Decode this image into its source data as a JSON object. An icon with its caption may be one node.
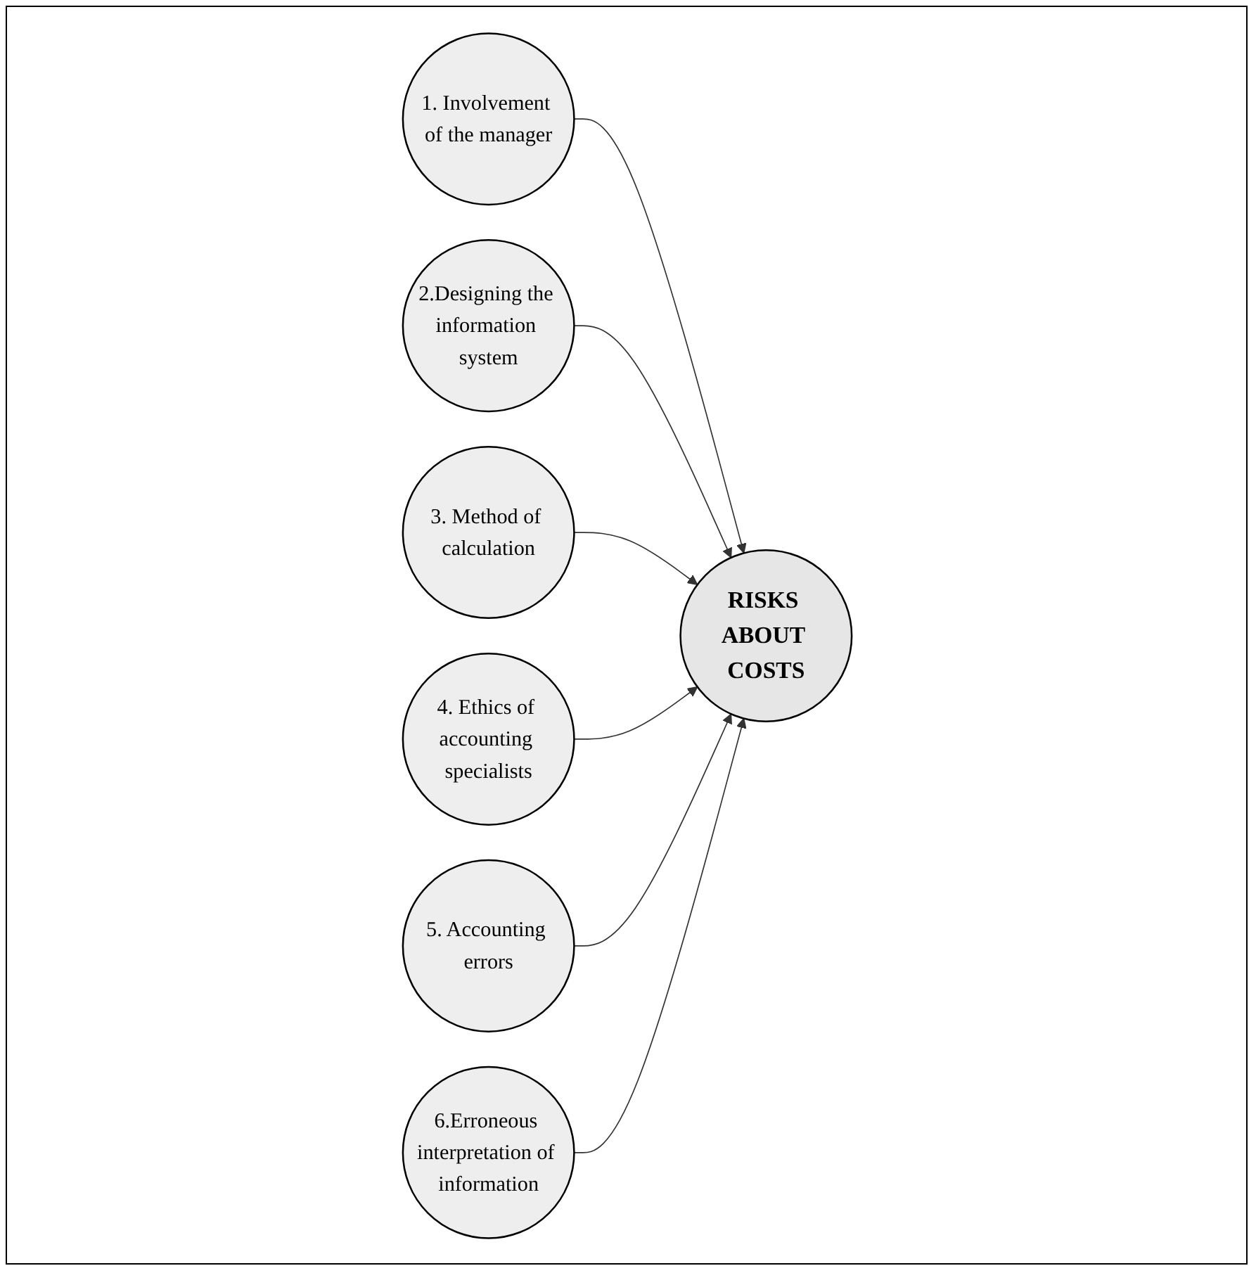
{
  "diagram": {
    "nodes": [
      {
        "text": [
          "1. Involvement of the manager"
        ]
      },
      {
        "text": [
          "2.Designing the information system"
        ]
      },
      {
        "text": [
          "3. Method of calculation"
        ]
      },
      {
        "text": [
          "4. Ethics of accounting specialists"
        ]
      },
      {
        "text": [
          "5. Accounting errors"
        ]
      },
      {
        "text": [
          "6.Erroneous interpretation of information"
        ]
      },
      {
        "text": [
          "RISKS ABOUT COSTS"
        ]
      }
    ],
    "edges": [
      {
        "from": 0,
        "to": 6,
        "arrow": "to"
      },
      {
        "from": 1,
        "to": 6,
        "arrow": "to"
      },
      {
        "from": 2,
        "to": 6,
        "arrow": "to"
      },
      {
        "from": 3,
        "to": 6,
        "arrow": "to"
      },
      {
        "from": 4,
        "to": 6,
        "arrow": "to"
      },
      {
        "from": 5,
        "to": 6,
        "arrow": "to"
      }
    ]
  }
}
